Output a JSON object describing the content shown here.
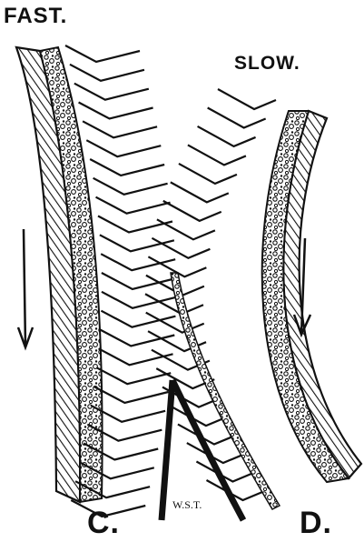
{
  "labels": {
    "fast": "FAST.",
    "slow": "SLOW.",
    "c": "C.",
    "d": "D.",
    "signature": "W.S.T."
  },
  "colors": {
    "ink": "#111111",
    "paper": "#ffffff"
  },
  "icons": {
    "arrow_left": "down-arrow-icon",
    "arrow_right": "down-arrow-icon"
  }
}
